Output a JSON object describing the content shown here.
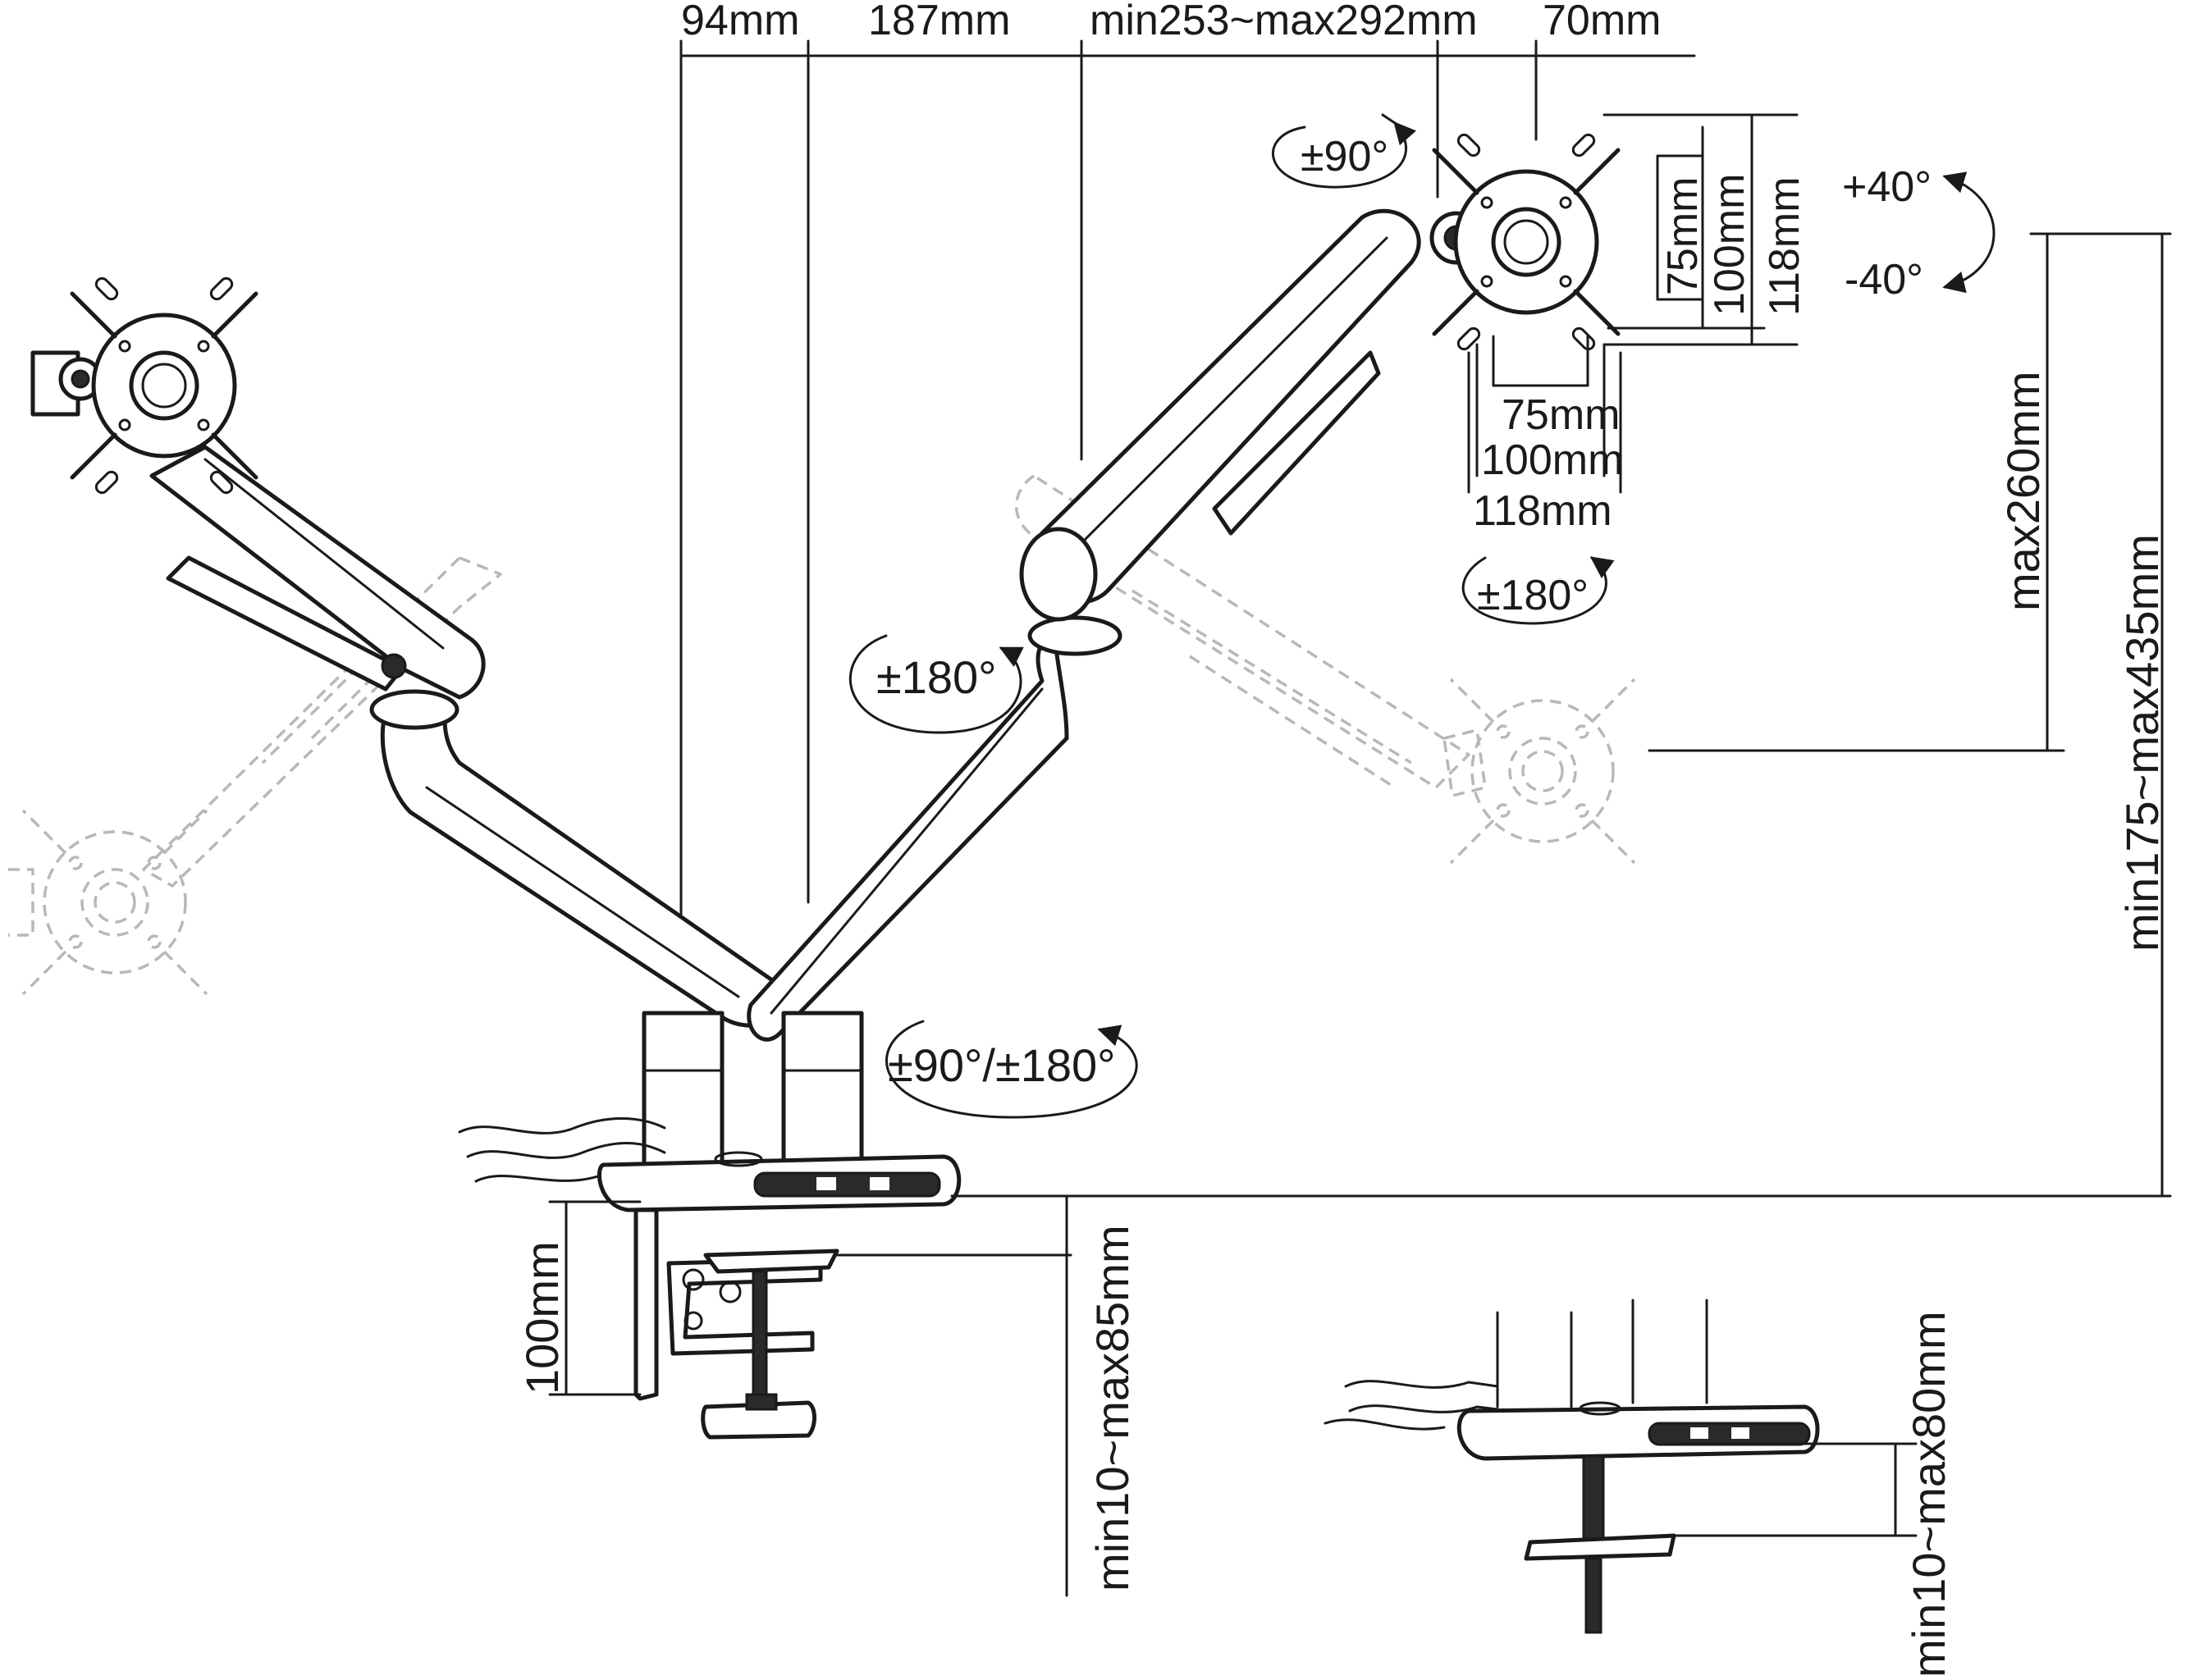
{
  "labels": {
    "dim_94": "94mm",
    "dim_187": "187mm",
    "dim_arm_extension": "min253~max292mm",
    "dim_70": "70mm",
    "vesa_h_75": "75mm",
    "vesa_h_100": "100mm",
    "vesa_h_118": "118mm",
    "vesa_w_75": "75mm",
    "vesa_w_100": "100mm",
    "vesa_w_118": "118mm",
    "tilt_up": "+40°",
    "tilt_down": "-40°",
    "swivel_head": "±90°",
    "rotate_head": "±180°",
    "rotate_elbow": "±180°",
    "rotate_base": "±90°/±180°",
    "height_range": "max260mm",
    "pole_height": "min175~max435mm",
    "clamp_height": "100mm",
    "desk_thickness_clamp": "min10~max85mm",
    "desk_thickness_grommet": "min10~max80mm"
  },
  "colors": {
    "line": "#1a1a1a",
    "ghost": "#b8b8b8",
    "background": "#ffffff"
  },
  "icons": [
    "rotation-arrow-icon",
    "vesa-plate-icon",
    "cable-icon"
  ]
}
